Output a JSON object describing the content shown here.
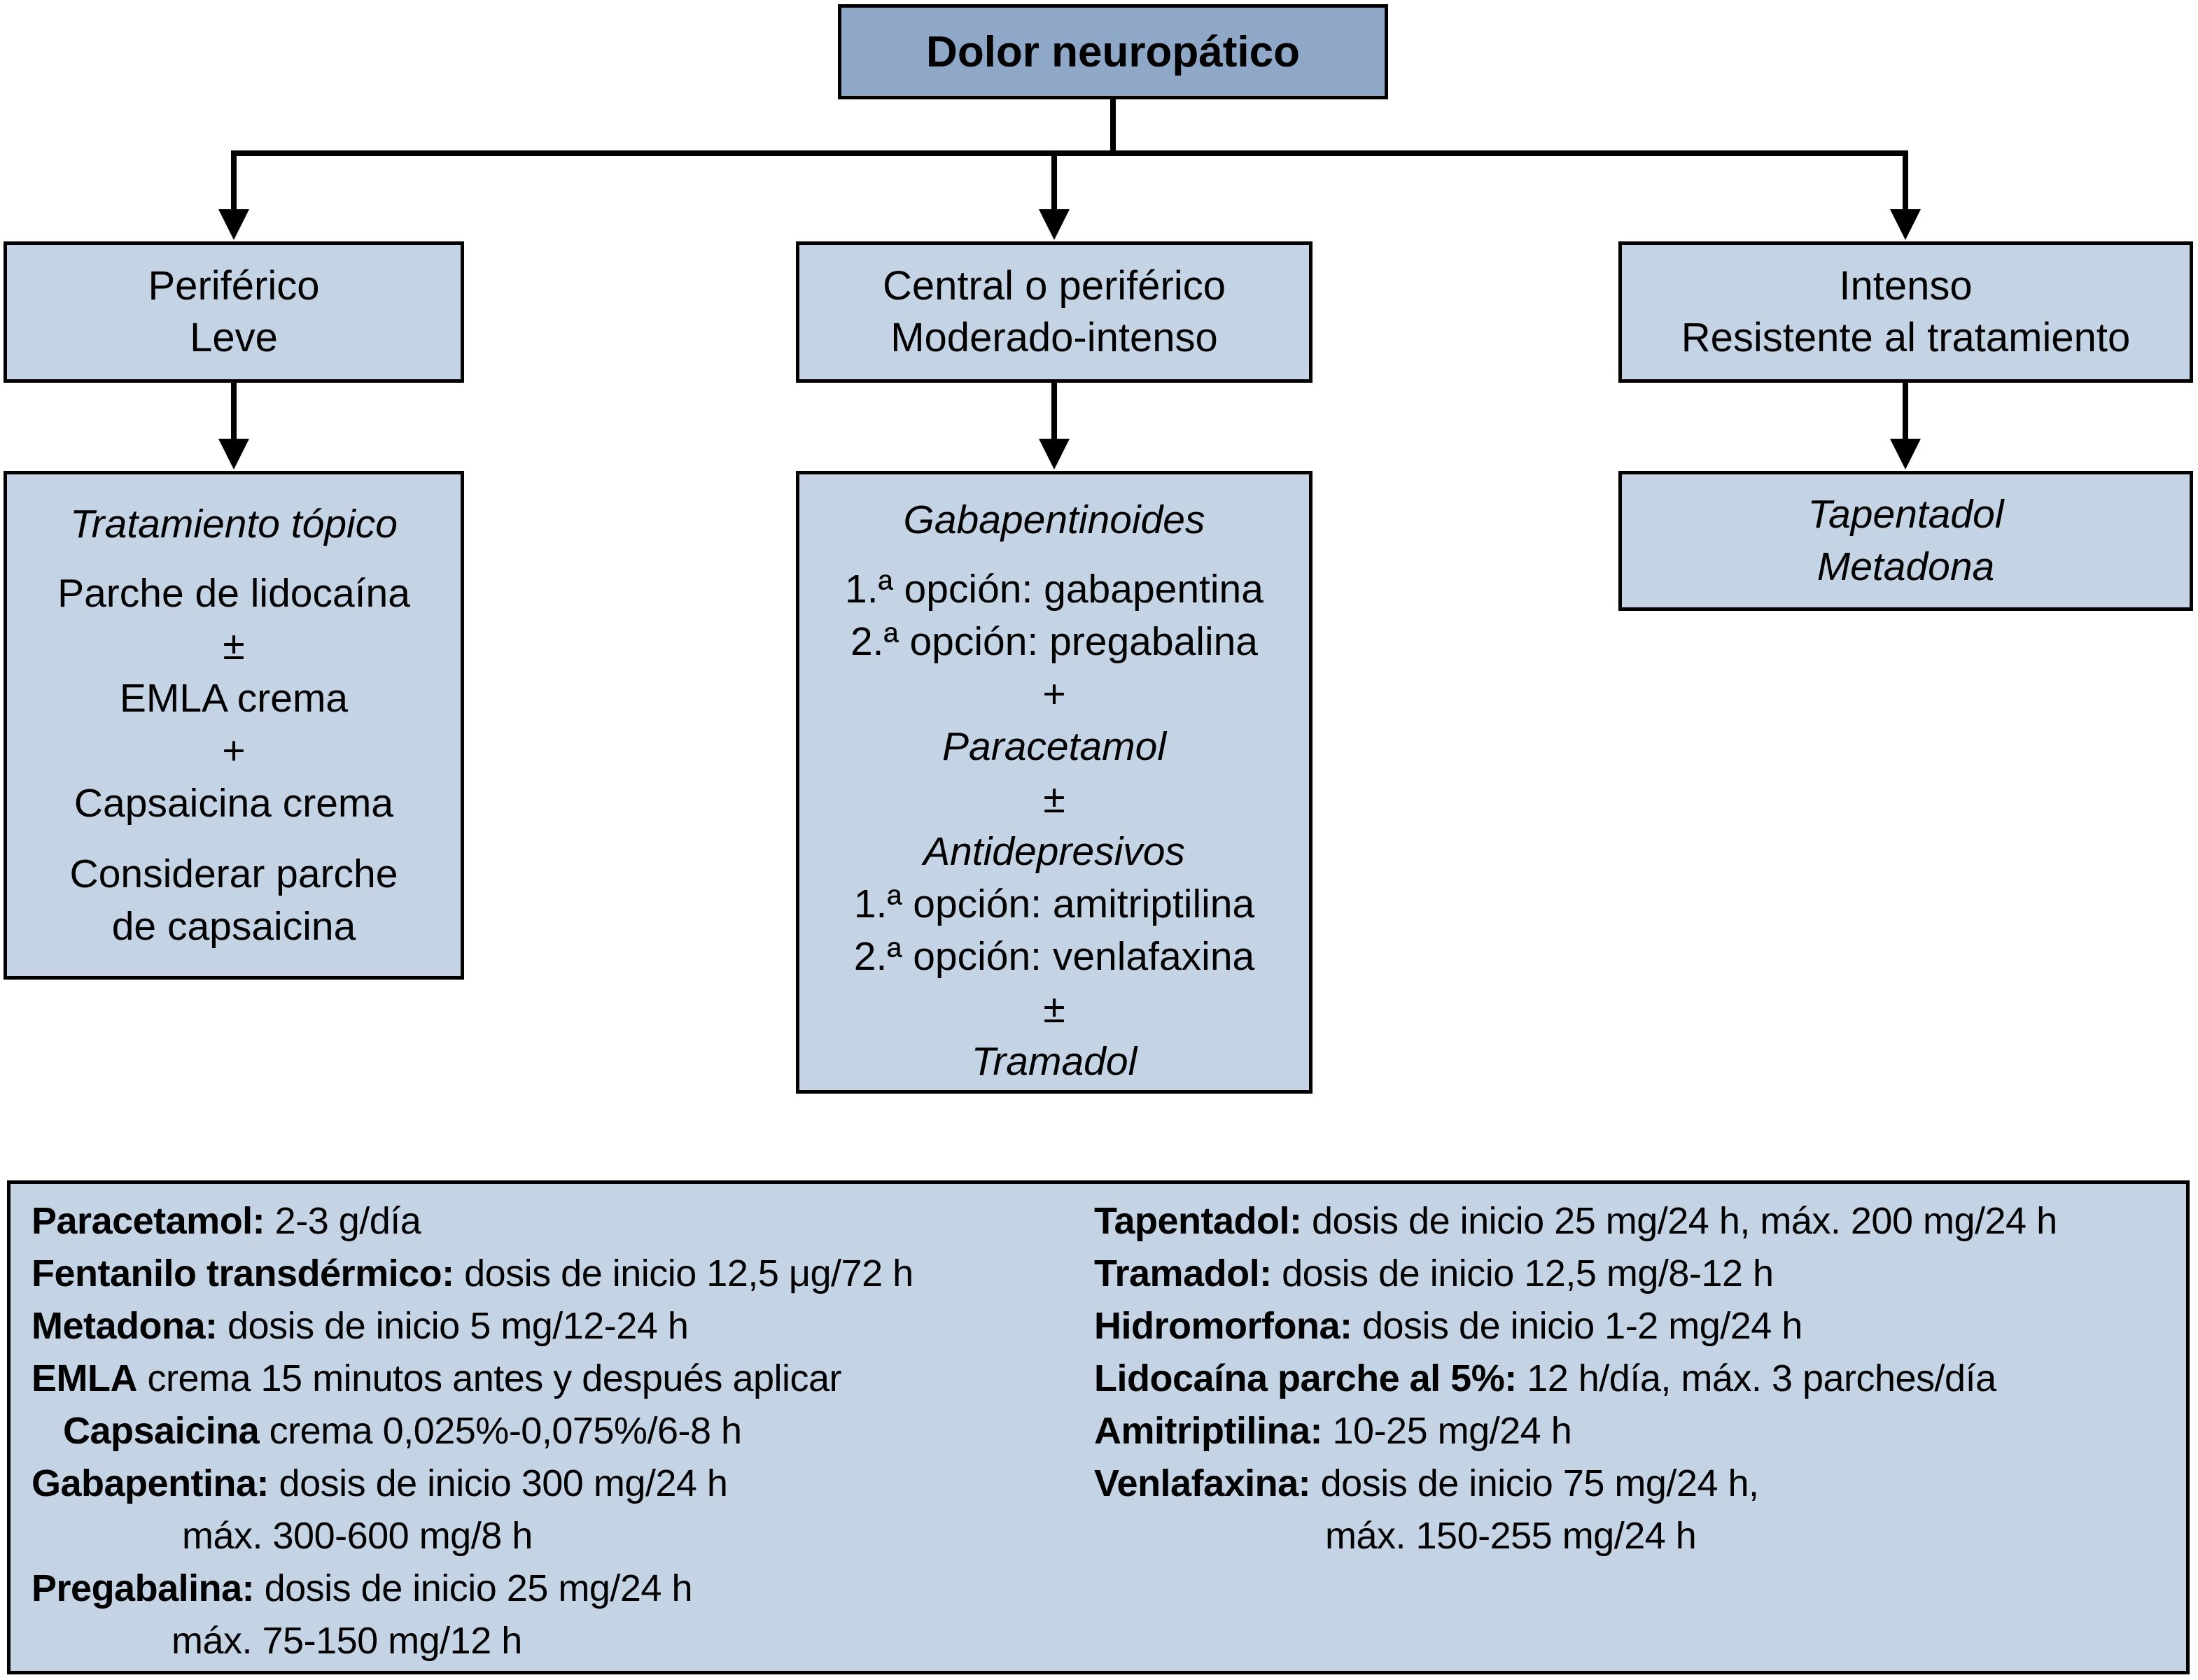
{
  "colors": {
    "canvas_bg": "#ffffff",
    "root_box_bg": "#8fa8c8",
    "box_bg": "#c4d4e4",
    "border": "#000000",
    "text": "#000000"
  },
  "root": {
    "title": "Dolor neuropático"
  },
  "columns": [
    {
      "condition": [
        "Periférico",
        "Leve"
      ],
      "treatment_lines": [
        "Tratamiento tópico",
        "Parche de lidocaína",
        "±",
        "EMLA crema",
        "+",
        "Capsaicina crema",
        "Considerar parche",
        "de capsaicina"
      ]
    },
    {
      "condition": [
        "Central o periférico",
        "Moderado-intenso"
      ],
      "treatment_lines": [
        "Gabapentinoides",
        "1.ª opción: gabapentina",
        "2.ª opción: pregabalina",
        "+",
        "Paracetamol",
        "±",
        "Antidepresivos",
        "1.ª opción: amitriptilina",
        "2.ª opción: venlafaxina",
        "±",
        "Tramadol"
      ]
    },
    {
      "condition": [
        "Intenso",
        "Resistente al tratamiento"
      ],
      "treatment_lines": [
        "Tapentadol",
        "Metadona"
      ]
    }
  ],
  "dosing": {
    "left": [
      {
        "label": "Paracetamol:",
        "text": " 2-3 g/día"
      },
      {
        "label": "Fentanilo transdérmico:",
        "text": " dosis de inicio 12,5 μg/72 h"
      },
      {
        "label": "Metadona:",
        "text": " dosis de inicio 5 mg/12-24 h"
      },
      {
        "label": "EMLA",
        "text": " crema 15 minutos antes y después aplicar"
      },
      {
        "label": "Capsaicina",
        "text": " crema 0,025%-0,075%/6-8 h"
      },
      {
        "label": "Gabapentina:",
        "text": " dosis de inicio 300 mg/24 h"
      },
      {
        "label": "",
        "text": "máx. 300-600 mg/8 h"
      },
      {
        "label": "Pregabalina:",
        "text": " dosis de inicio 25 mg/24 h"
      },
      {
        "label": "",
        "text": "máx. 75-150 mg/12 h"
      }
    ],
    "right": [
      {
        "label": "Tapentadol:",
        "text": " dosis de inicio 25 mg/24 h, máx. 200 mg/24 h"
      },
      {
        "label": "Tramadol:",
        "text": " dosis de inicio 12,5 mg/8-12 h"
      },
      {
        "label": "Hidromorfona:",
        "text": " dosis de inicio 1-2 mg/24 h"
      },
      {
        "label": "Lidocaína parche al 5%:",
        "text": " 12 h/día, máx. 3 parches/día"
      },
      {
        "label": "Amitriptilina:",
        "text": " 10-25 mg/24 h"
      },
      {
        "label": "Venlafaxina:",
        "text": " dosis de inicio 75 mg/24 h,"
      },
      {
        "label": "",
        "text": "máx. 150-255 mg/24 h"
      }
    ]
  }
}
